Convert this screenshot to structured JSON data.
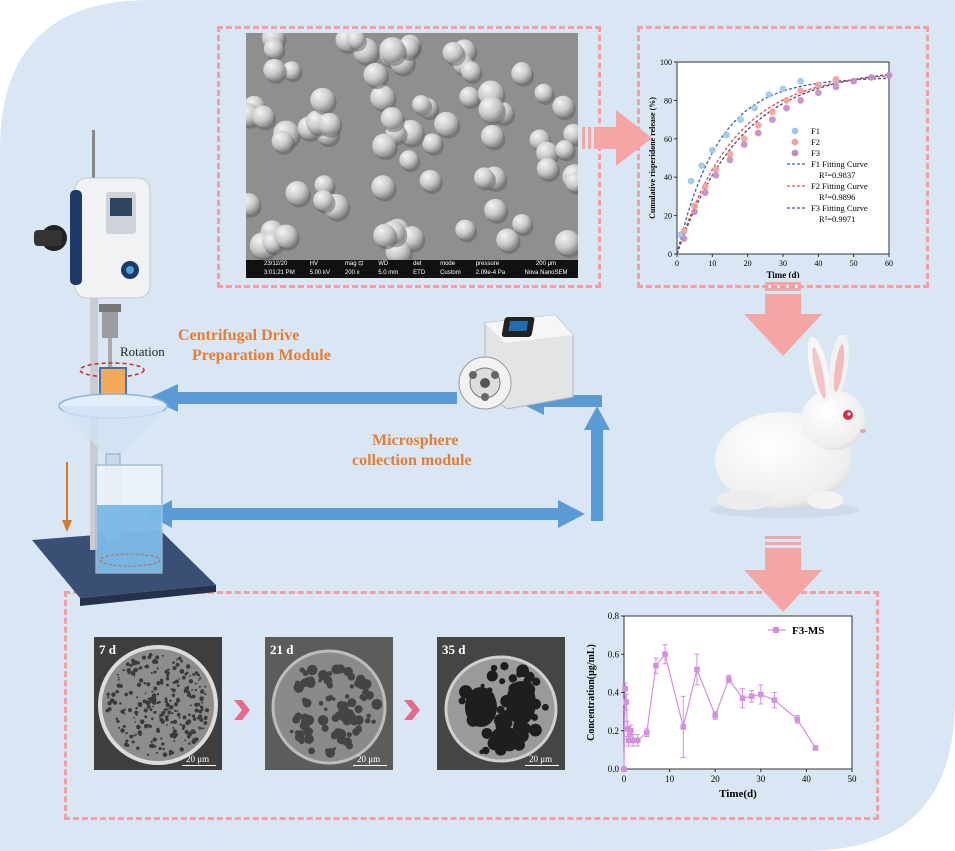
{
  "labels": {
    "rotation": "Rotation",
    "centrifugal": [
      "Centrifugal Drive",
      "Preparation Module"
    ],
    "collection": [
      "Microsphere",
      "collection module"
    ]
  },
  "sem_bar": {
    "cells": [
      "23/12/20",
      "3:01:21 PM",
      "HV",
      "5.00 kV",
      "mag ⊡",
      "200 x",
      "WD",
      "5.0 mm",
      "det",
      "ETD",
      "mode",
      "Custom",
      "pressure",
      "2.09e-4 Pa",
      "200 μm",
      "Nova NanoSEM"
    ]
  },
  "micrographs": [
    {
      "day": "7 d",
      "scale": "20 μm"
    },
    {
      "day": "21 d",
      "scale": "20 μm"
    },
    {
      "day": "35 d",
      "scale": "20 μm"
    }
  ],
  "colors": {
    "background_panel": "#d9e7f5",
    "dashed_border": "#f4a0a2",
    "blue_arrow": "#5b9bd5",
    "pink_arrow": "#f6a5a5",
    "label_orange": "#e77d32",
    "chevron": "#e86a8a"
  },
  "chart_data": [
    {
      "type": "scatter",
      "xlabel": "Time (d)",
      "ylabel": "Cumulative risperidone release (%)",
      "xlim": [
        0,
        60
      ],
      "ylim": [
        0,
        100
      ],
      "xticks": [
        0,
        10,
        20,
        30,
        40,
        50,
        60
      ],
      "yticks": [
        0,
        20,
        40,
        60,
        80,
        100
      ],
      "legend_position": "right",
      "series": [
        {
          "name": "F1",
          "color": "#9cc9ea",
          "x": [
            1,
            4,
            7,
            10,
            14,
            18,
            22,
            26,
            30,
            35,
            40,
            45
          ],
          "y": [
            10,
            38,
            46,
            54,
            62,
            70,
            76,
            83,
            86,
            90,
            88,
            90
          ]
        },
        {
          "name": "F2",
          "color": "#f3a29a",
          "x": [
            2,
            5,
            8,
            11,
            15,
            19,
            23,
            27,
            31,
            35,
            40,
            45
          ],
          "y": [
            12,
            25,
            35,
            44,
            52,
            60,
            67,
            74,
            80,
            85,
            88,
            91
          ]
        },
        {
          "name": "F3",
          "color": "#c58cc4",
          "x": [
            2,
            5,
            8,
            11,
            15,
            19,
            23,
            27,
            31,
            35,
            40,
            45,
            50,
            55,
            60
          ],
          "y": [
            8,
            22,
            32,
            41,
            49,
            57,
            63,
            70,
            76,
            80,
            84,
            87,
            90,
            92,
            93
          ]
        }
      ],
      "fits": [
        {
          "name": "F1 Fitting Curve",
          "r2": "R²=0.9837",
          "color": "#3b5fae",
          "ymax": 92,
          "k": 0.085
        },
        {
          "name": "F2 Fitting Curve",
          "r2": "R²=0.9896",
          "color": "#e0504a",
          "ymax": 95,
          "k": 0.062
        },
        {
          "name": "F3 Fitting Curve",
          "r2": "R²=0.9971",
          "color": "#5b3f77",
          "ymax": 97,
          "k": 0.055
        }
      ]
    },
    {
      "type": "line",
      "xlabel": "Time(d)",
      "ylabel": "Concentration(μg/mL)",
      "xlim": [
        0,
        50
      ],
      "ylim": [
        0,
        0.8
      ],
      "xticks": [
        0,
        10,
        20,
        30,
        40,
        50
      ],
      "yticks": [
        0.0,
        0.2,
        0.4,
        0.6,
        0.8
      ],
      "legend_position": "top-right",
      "series": [
        {
          "name": "F3-MS",
          "color": "#d58fe0",
          "x": [
            0,
            0.25,
            0.5,
            0.75,
            1,
            1.5,
            2,
            3,
            5,
            7,
            9,
            13,
            16,
            20,
            23,
            26,
            28,
            30,
            33,
            38,
            42
          ],
          "y": [
            0.0,
            0.42,
            0.35,
            0.21,
            0.15,
            0.2,
            0.15,
            0.15,
            0.19,
            0.54,
            0.6,
            0.22,
            0.52,
            0.28,
            0.47,
            0.37,
            0.38,
            0.39,
            0.36,
            0.26,
            0.11
          ],
          "err": [
            0,
            0.03,
            0.04,
            0.04,
            0.03,
            0.03,
            0.03,
            0.03,
            0.02,
            0.04,
            0.05,
            0.16,
            0.08,
            0.02,
            0.02,
            0.05,
            0.03,
            0.05,
            0.04,
            0.02,
            0.01
          ]
        }
      ]
    }
  ]
}
